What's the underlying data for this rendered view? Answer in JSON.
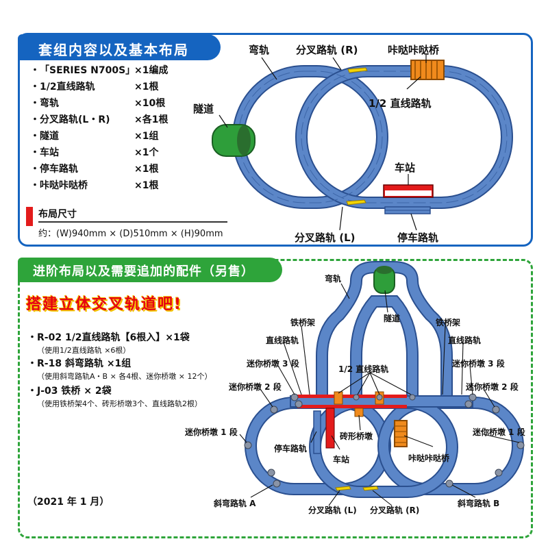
{
  "section1": {
    "title": "套组内容以及基本布局",
    "contents": [
      {
        "bullet": "・",
        "name": "「SERIES N700S」",
        "qty": "×1编成"
      },
      {
        "bullet": "・",
        "name": "1/2直线路轨",
        "qty": "×1根"
      },
      {
        "bullet": "・",
        "name": "弯轨",
        "qty": "×10根"
      },
      {
        "bullet": "・",
        "name": "分叉路轨(L・R)",
        "qty": "×各1根"
      },
      {
        "bullet": "・",
        "name": "隧道",
        "qty": "×1组"
      },
      {
        "bullet": "・",
        "name": "车站",
        "qty": "×1个"
      },
      {
        "bullet": "・",
        "name": "停车路轨",
        "qty": "×1根"
      },
      {
        "bullet": "・",
        "name": "咔哒咔哒桥",
        "qty": "×1根"
      }
    ],
    "layout_size_title": "布局尺寸",
    "layout_size_value": "约：(W)940mm × (D)510mm × (H)90mm",
    "diagram_labels": {
      "curve": "弯轨",
      "switch_r": "分叉路轨 (R)",
      "bridge": "咔哒咔哒桥",
      "tunnel": "隧道",
      "half_straight": "1/2 直线路轨",
      "station": "车站",
      "switch_l": "分叉路轨 (L)",
      "siding": "停车路轨"
    }
  },
  "section2": {
    "title": "进阶布局以及需要追加的配件（另售）",
    "catch": "搭建立体交叉轨道吧!",
    "accessories": [
      {
        "main": "・R-02 1/2直线路轨【6根入】×1袋",
        "sub": "（使用1/2直线路轨 ×6根）"
      },
      {
        "main": "・R-18 斜弯路轨 ×1组",
        "sub": "（使用斜弯路轨A・B × 各4根、迷你桥墩 × 12个）"
      },
      {
        "main": "・J-03 铁桥 × 2袋",
        "sub": "（使用铁桥架4个、砖形桥墩3个、直线路轨2根）"
      }
    ],
    "date": "（2021 年 1 月）",
    "diagram_labels": {
      "curve": "弯轨",
      "tunnel": "隧道",
      "bridge_frame_l": "铁桥架",
      "bridge_frame_r": "铁桥架",
      "straight_l": "直线路轨",
      "straight_r": "直线路轨",
      "mini_pier3_l": "迷你桥墩 3 段",
      "mini_pier3_r": "迷你桥墩 3 段",
      "half_straight": "1/2 直线路轨",
      "mini_pier2_l": "迷你桥墩 2 段",
      "mini_pier2_r": "迷你桥墩 2 段",
      "mini_pier1_l": "迷你桥墩 1 段",
      "mini_pier1_r": "迷你桥墩 1 段",
      "brick_pier": "砖形桥墩",
      "siding": "停车路轨",
      "station": "车站",
      "bridge": "咔哒咔哒桥",
      "slope_a": "斜弯路轨 A",
      "slope_b": "斜弯路轨 B",
      "switch_l": "分叉路轨 (L)",
      "switch_r": "分叉路轨 (R)"
    }
  },
  "colors": {
    "blue": "#1564c0",
    "green": "#2ea43a",
    "track": "#5b86c8",
    "track_edge": "#2a4f8f",
    "red": "#e31b1b",
    "orange": "#f08a1c",
    "yellow": "#f3d400"
  }
}
